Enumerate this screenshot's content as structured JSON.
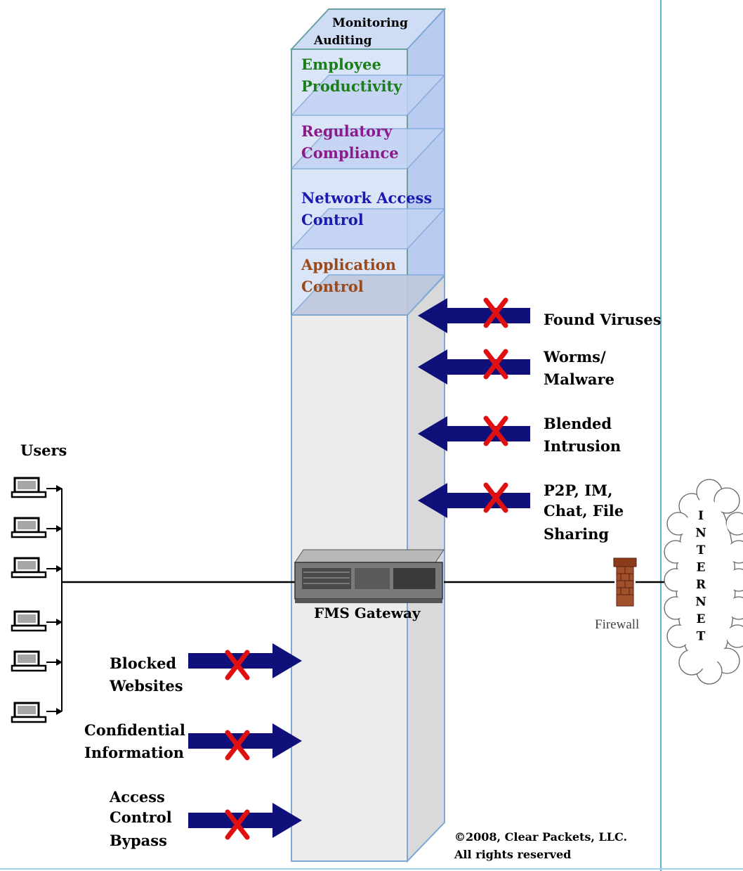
{
  "tower": {
    "top_label_line1": "Monitoring",
    "top_label_line2": "Auditing",
    "layers": [
      {
        "line1": "Employee",
        "line2": "Productivity",
        "color": "#1a7f1a"
      },
      {
        "line1": "Regulatory",
        "line2": "Compliance",
        "color": "#8b1a8b"
      },
      {
        "line1": "Network Access",
        "line2": "Control",
        "color": "#1a1ab0"
      },
      {
        "line1": "Application",
        "line2": "Control",
        "color": "#9a4a1a"
      }
    ]
  },
  "threats_inbound": [
    {
      "lines": [
        "Found Viruses"
      ]
    },
    {
      "lines": [
        "Worms/",
        "Malware"
      ]
    },
    {
      "lines": [
        "Blended",
        "Intrusion"
      ]
    },
    {
      "lines": [
        "P2P, IM,",
        "Chat, File",
        "Sharing"
      ]
    }
  ],
  "threats_outbound": [
    {
      "lines": [
        "Blocked",
        "Websites"
      ]
    },
    {
      "lines": [
        "Confidential",
        "Information"
      ]
    },
    {
      "lines": [
        "Access",
        "Control",
        "Bypass"
      ]
    }
  ],
  "users_label": "Users",
  "gateway_label": "FMS Gateway",
  "firewall_label": "Firewall",
  "internet_letters": [
    "I",
    "N",
    "T",
    "E",
    "R",
    "N",
    "E",
    "T"
  ],
  "copyright_line1": "©2008, Clear Packets, LLC.",
  "copyright_line2": "All rights reserved",
  "colors": {
    "arrow": "#10107a",
    "x_mark": "#e01010",
    "divider": "#5bb0e0",
    "tower_upper_fill": "#d6e2f8",
    "tower_lower_fill": "#e8e8e8"
  }
}
